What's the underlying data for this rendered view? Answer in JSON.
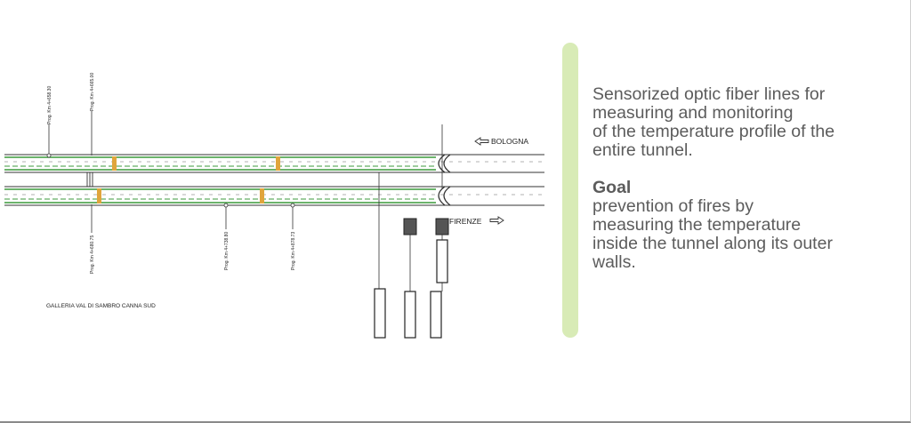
{
  "drawing": {
    "direction_north": "BOLOGNA",
    "direction_south": "FIRENZE",
    "tunnel_name": "GALLERIA VAL DI SAMBRO CANNA SUD",
    "chainage_labels": [
      "Prog. Km 4+658.30",
      "Prog. Km 4+665.00",
      "Prog. Km 4+680.75",
      "Prog. Km 4+738.80",
      "Prog. Km 4+878.73"
    ],
    "colors": {
      "fiber_line": "#3c9a3c",
      "sensor_marker": "#e0a53c",
      "structure_line": "#333333"
    }
  },
  "description": {
    "intro": "Sensorized optic fiber lines for\nmeasuring and monitoring\nof the temperature profile of the\nentire tunnel.",
    "goal_title": "Goal",
    "goal_text": "prevention of fires by\nmeasuring the temperature\ninside the tunnel along its outer\nwalls."
  }
}
